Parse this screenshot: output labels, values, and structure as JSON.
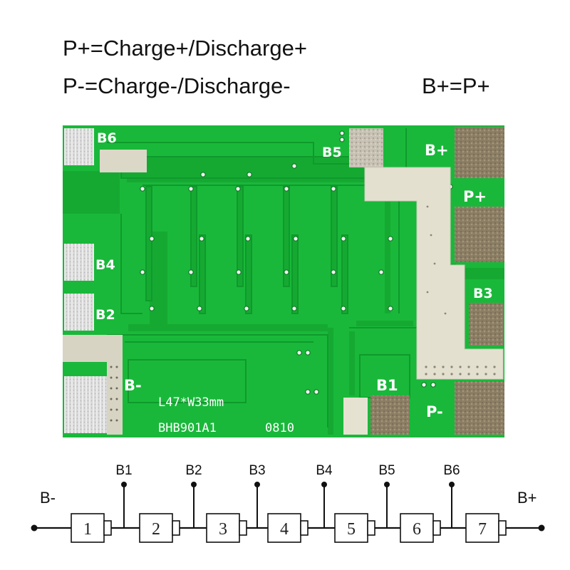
{
  "legend": {
    "line1": "P+=Charge+/Discharge+",
    "line2": "P-=Charge-/Discharge-",
    "line3": "B+=P+"
  },
  "pcb": {
    "pad_labels": {
      "b6": "B6",
      "b5": "B5",
      "bplus": "B+",
      "pplus": "P+",
      "b4": "B4",
      "b3": "B3",
      "b2": "B2",
      "bminus": "B-",
      "b1": "B1",
      "pminus": "P-"
    },
    "silkscreen": {
      "size": "L47*W33mm",
      "model": "BHB901A1",
      "code": "0810"
    },
    "colors": {
      "board": "#19b83a",
      "trace": "#14a431",
      "pad": "#c9c4b6"
    }
  },
  "schematic": {
    "left_terminal": "B-",
    "right_terminal": "B+",
    "taps": [
      "B1",
      "B2",
      "B3",
      "B4",
      "B5",
      "B6"
    ],
    "cells": [
      "1",
      "2",
      "3",
      "4",
      "5",
      "6",
      "7"
    ]
  }
}
